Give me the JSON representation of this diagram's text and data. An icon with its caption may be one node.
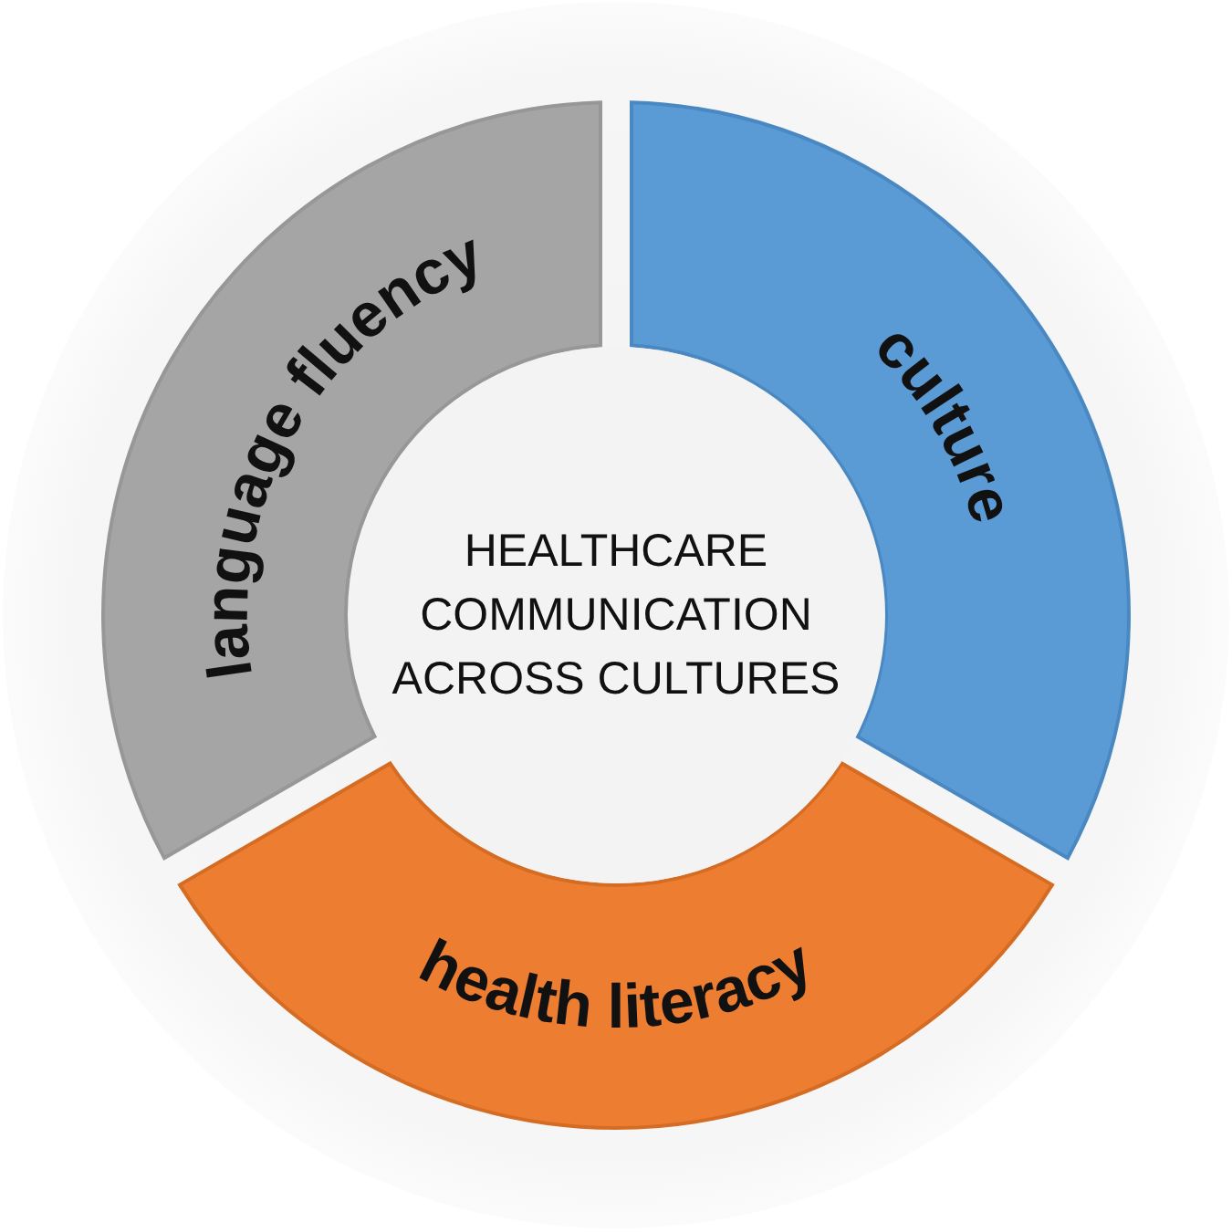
{
  "diagram": {
    "nodes": [
      {
        "text": [
          "language fluency"
        ]
      },
      {
        "text": [
          "culture"
        ]
      },
      {
        "text": [
          "HEALTHCARE COMMUNICATION ACROSS CULTURES"
        ]
      },
      {
        "text": [
          "health literacy"
        ]
      }
    ]
  }
}
